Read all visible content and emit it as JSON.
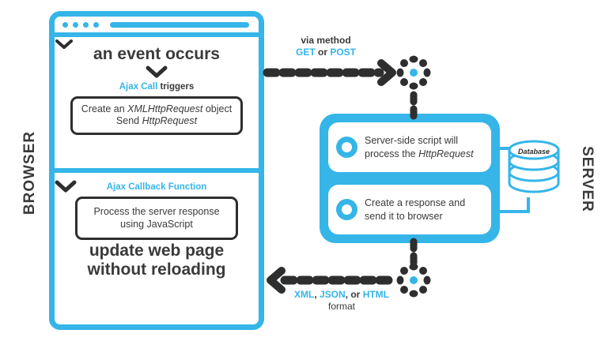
{
  "labels": {
    "browser": "BROWSER",
    "server": "SERVER"
  },
  "colors": {
    "accent_blue": "#35b5e8",
    "dark": "#2e2e2e",
    "text": "#3a3a3a",
    "white": "#ffffff"
  },
  "browser": {
    "chrome": {
      "dots": 4,
      "addressbar": ""
    },
    "upper": {
      "headline": "an event occurs",
      "trigger_accent": "Ajax Call",
      "trigger_rest": " triggers",
      "box": {
        "line1_pre": "Create an ",
        "line1_em": "XMLHttpRequest",
        "line1_post": " object",
        "line2_pre": "Send ",
        "line2_em": "HttpRequest"
      }
    },
    "lower": {
      "callback_title": "Ajax Callback Function",
      "box": {
        "line1": "Process the server response",
        "line2": "using JavaScript"
      },
      "headline_line1": "update web page",
      "headline_line2": "without reloading"
    }
  },
  "server": {
    "cards": [
      {
        "icon": "ring-icon",
        "line1": "Server-side script will",
        "line2_pre": "process the ",
        "line2_em": "HttpRequest"
      },
      {
        "icon": "ring-icon",
        "line1": "Create a response and",
        "line2_pre": "send it to browser",
        "line2_em": ""
      }
    ],
    "database_label": "Database"
  },
  "connectors": {
    "request": {
      "line1": "via method",
      "method_get": "GET",
      "method_or": " or ",
      "method_post": "POST"
    },
    "response": {
      "fmt_xml": "XML",
      "fmt_sep1": ", ",
      "fmt_json": "JSON",
      "fmt_sep2": ", or ",
      "fmt_html": "HTML",
      "line2": "format"
    }
  }
}
